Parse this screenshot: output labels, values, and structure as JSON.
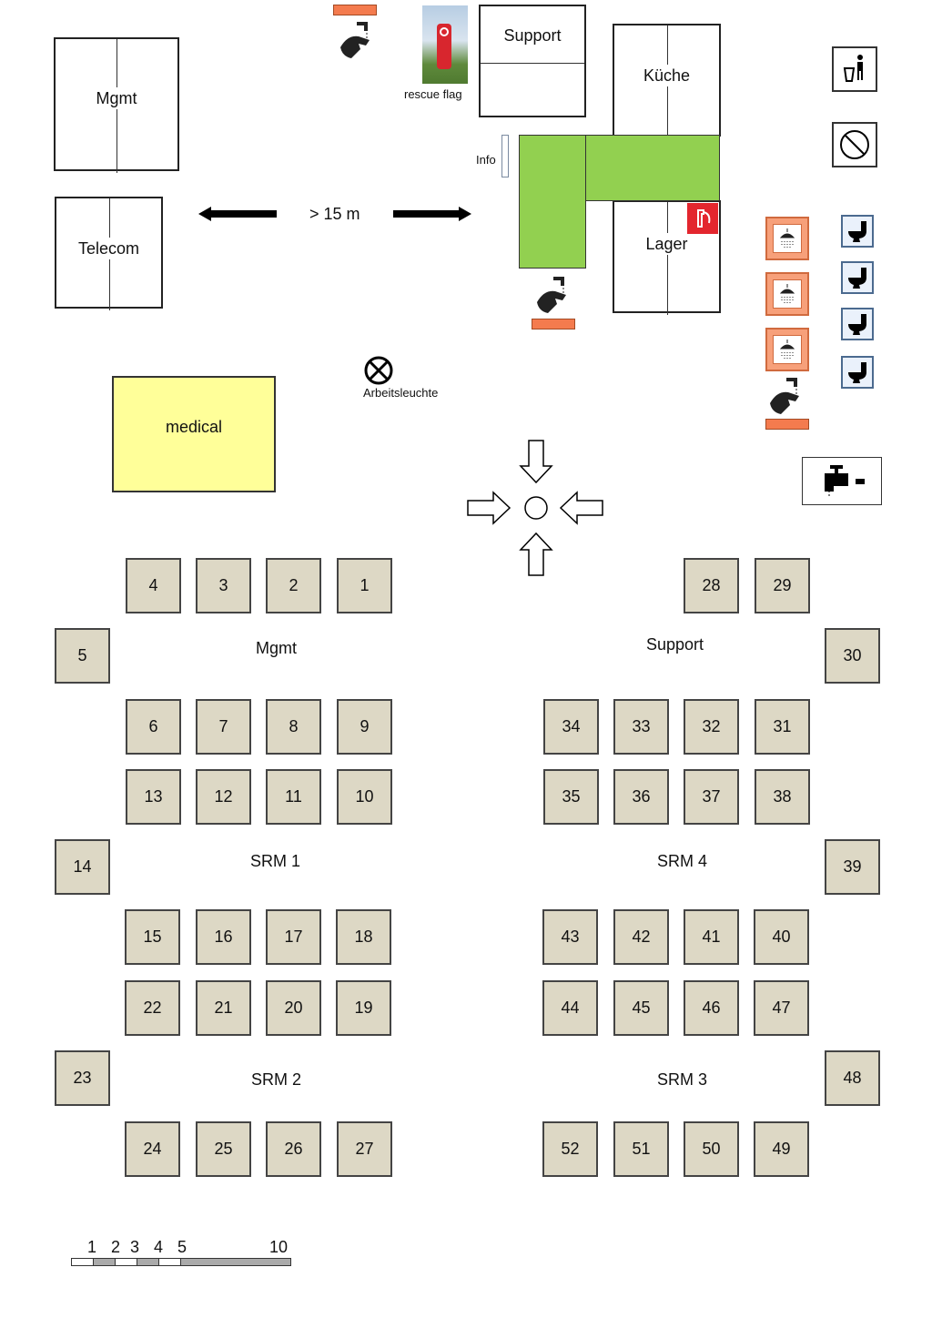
{
  "buildings": {
    "mgmt": "Mgmt",
    "telecom": "Telecom",
    "support": "Support",
    "kueche": "Küche",
    "lager": "Lager",
    "medical": "medical"
  },
  "labels": {
    "distance": "> 15 m",
    "rescue_flag": "rescue flag",
    "info": "Info",
    "work_light": "Arbeitsleuchte"
  },
  "icons": {
    "trash": "trash-icon",
    "hydrant": "hydrant-icon",
    "fire_extinguisher": "fire-extinguisher-icon",
    "shower": "shower-icon",
    "toilet": "toilet-icon",
    "handwash": "handwash-icon",
    "tap": "water-tap-icon",
    "work_light": "work-light-icon",
    "assembly_point": "assembly-point-icon"
  },
  "colors": {
    "tent": "#ddd8c5",
    "green_area": "#92d050",
    "medical": "#ffff99",
    "shower": "#f7a07a",
    "brick": "#f47b4e",
    "fire_red": "#e3262e"
  },
  "areas": {
    "mgmt": "Mgmt",
    "support": "Support",
    "srm1": "SRM 1",
    "srm2": "SRM 2",
    "srm3": "SRM 3",
    "srm4": "SRM 4"
  },
  "tents": {
    "t1": "1",
    "t2": "2",
    "t3": "3",
    "t4": "4",
    "t5": "5",
    "t6": "6",
    "t7": "7",
    "t8": "8",
    "t9": "9",
    "t10": "10",
    "t11": "11",
    "t12": "12",
    "t13": "13",
    "t14": "14",
    "t15": "15",
    "t16": "16",
    "t17": "17",
    "t18": "18",
    "t19": "19",
    "t20": "20",
    "t21": "21",
    "t22": "22",
    "t23": "23",
    "t24": "24",
    "t25": "25",
    "t26": "26",
    "t27": "27",
    "t28": "28",
    "t29": "29",
    "t30": "30",
    "t31": "31",
    "t32": "32",
    "t33": "33",
    "t34": "34",
    "t35": "35",
    "t36": "36",
    "t37": "37",
    "t38": "38",
    "t39": "39",
    "t40": "40",
    "t41": "41",
    "t42": "42",
    "t43": "43",
    "t44": "44",
    "t45": "45",
    "t46": "46",
    "t47": "47",
    "t48": "48",
    "t49": "49",
    "t50": "50",
    "t51": "51",
    "t52": "52"
  },
  "scale": [
    "1",
    "2",
    "3",
    "4",
    "5",
    "10"
  ]
}
